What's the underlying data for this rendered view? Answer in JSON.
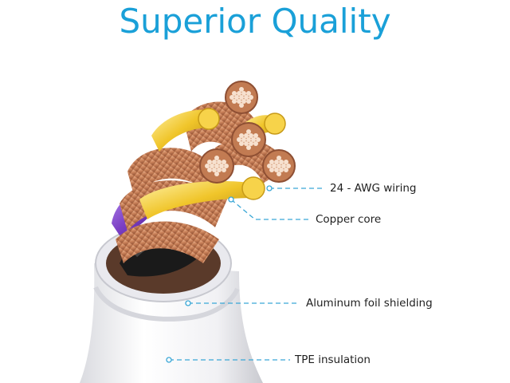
{
  "title": "Superior Quality",
  "colors": {
    "title": "#1aa0d8",
    "leader_line": "#3aa7d6",
    "copper": "#d99a72",
    "gold": "#f3c931",
    "purple": "#7b3fc4",
    "jacket": "#f2f2f4"
  },
  "callouts": [
    {
      "id": "awg",
      "label": "24 - AWG wiring"
    },
    {
      "id": "copper",
      "label": "Copper core"
    },
    {
      "id": "foil",
      "label": "Aluminum foil shielding"
    },
    {
      "id": "tpe",
      "label": "TPE insulation"
    }
  ]
}
